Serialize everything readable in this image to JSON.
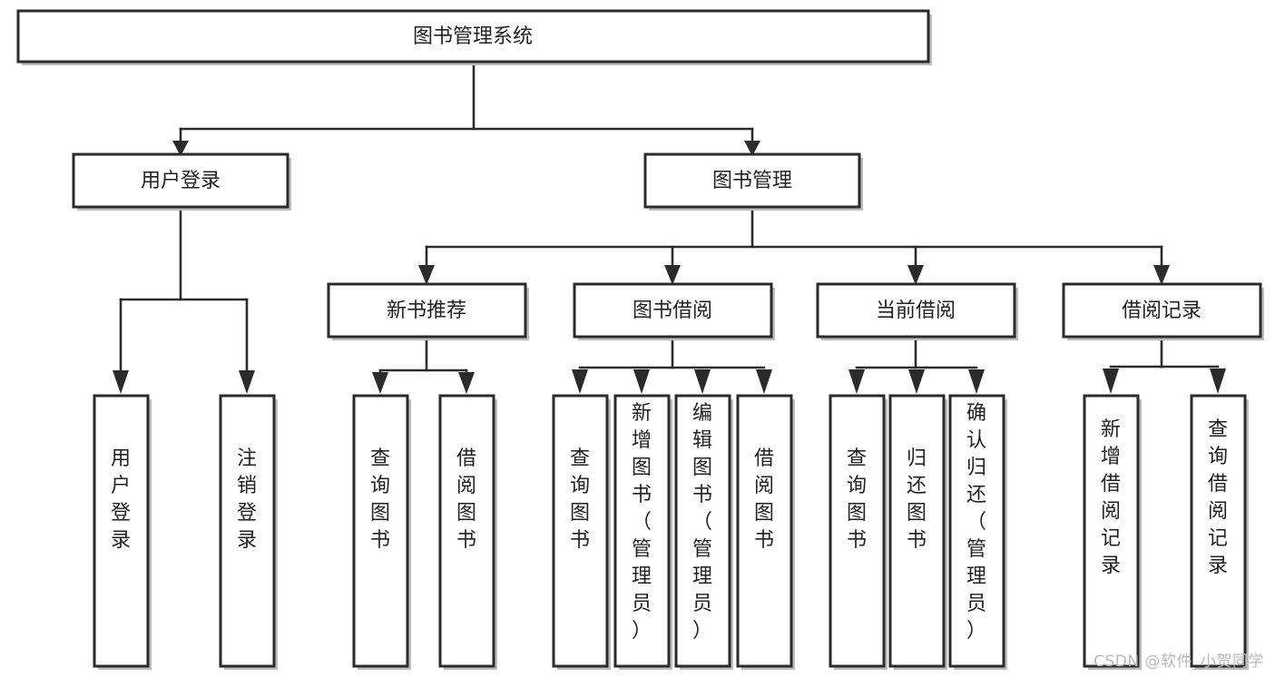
{
  "diagram": {
    "title": "图书管理系统",
    "type": "tree",
    "orientation": "top-down",
    "colors": {
      "box_stroke": "#2b2b2b",
      "box_fill": "#ffffff",
      "connector": "#2b2b2b",
      "text": "#222222",
      "watermark": "#b9b9b9"
    },
    "root": {
      "label": "图书管理系统"
    },
    "level2": [
      {
        "label": "用户登录"
      },
      {
        "label": "图书管理"
      }
    ],
    "level3": [
      {
        "label": "新书推荐"
      },
      {
        "label": "图书借阅"
      },
      {
        "label": "当前借阅"
      },
      {
        "label": "借阅记录"
      }
    ],
    "leaves": {
      "user_login": [
        {
          "label": "用户登录"
        },
        {
          "label": "注销登录"
        }
      ],
      "new_book_recommend": [
        {
          "label": "查询图书"
        },
        {
          "label": "借阅图书"
        }
      ],
      "book_borrow": [
        {
          "label": "查询图书"
        },
        {
          "label": "新增图书（管理员）"
        },
        {
          "label": "编辑图书（管理员）"
        },
        {
          "label": "借阅图书"
        }
      ],
      "current_borrow": [
        {
          "label": "查询图书"
        },
        {
          "label": "归还图书"
        },
        {
          "label": "确认归还（管理员）"
        }
      ],
      "borrow_record": [
        {
          "label": "新增借阅记录"
        },
        {
          "label": "查询借阅记录"
        }
      ]
    }
  },
  "watermark": {
    "text": "CSDN @软件_小贺同学"
  }
}
